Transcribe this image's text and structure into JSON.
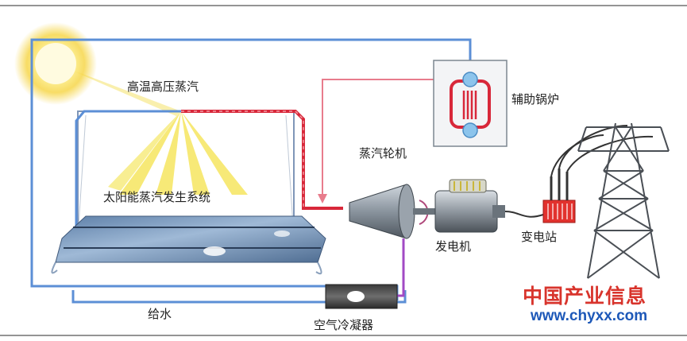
{
  "labels": {
    "steam": "高温高压蒸汽",
    "boiler": "辅助锅炉",
    "turbine": "蒸汽轮机",
    "solar_system": "太阳能蒸汽发生系统",
    "generator": "发电机",
    "substation": "变电站",
    "feedwater": "给水",
    "condenser": "空气冷凝器"
  },
  "watermark": {
    "name": "中国产业信息",
    "url": "www.chyxx.com"
  },
  "colors": {
    "hot_pipe": "#d8283a",
    "cold_pipe": "#5c8fd6",
    "exhaust_pipe": "#a24ac4",
    "sunlight": "#f4e24a",
    "watermark_red": "#d8342c",
    "watermark_blue": "#1d58b8"
  }
}
